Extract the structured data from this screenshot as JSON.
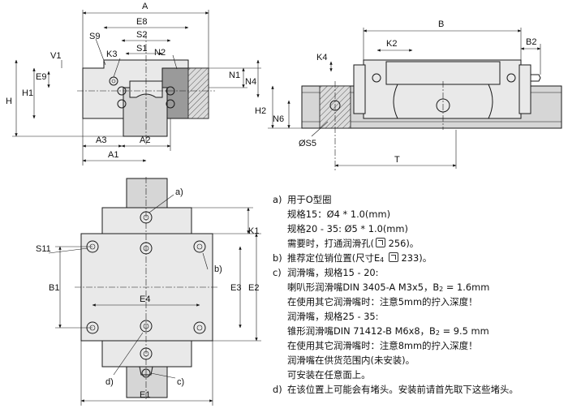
{
  "drawing_labels": {
    "A": "A",
    "E8": "E8",
    "S2": "S2",
    "S9": "S9",
    "K3": "K3",
    "S1": "S1",
    "N2": "N2",
    "V1": "V1",
    "E9": "E9",
    "H": "H",
    "H1": "H1",
    "N1": "N1",
    "N4": "N4",
    "A3": "A3",
    "A2": "A2",
    "A1": "A1",
    "B": "B",
    "K2": "K2",
    "B2": "B2",
    "K4": "K4",
    "H2": "H2",
    "N6": "N6",
    "S5": "ØS5",
    "T": "T",
    "a": "a)",
    "K1": "K1",
    "S11": "S11",
    "b": "b)",
    "B1": "B1",
    "E4": "E4",
    "E3": "E3",
    "E2": "E2",
    "d": "d)",
    "c": "c)",
    "E1": "E1"
  },
  "notes": {
    "a_label": "a)",
    "a_title": "用于O型圈",
    "a_line1": "规格15：Ø4 * 1.0(mm)",
    "a_line2": "规格20 - 35: Ø5 * 1.0(mm)",
    "a_line3_pre": "需要时，打通润滑孔(",
    "a_line3_ref": "256)。",
    "b_label": "b)",
    "b_pre": "推荐定位销位置(尺寸E",
    "b_sub": "4",
    "b_ref": "233)。",
    "c_label": "c)",
    "c_title": "润滑嘴，规格15 - 20:",
    "c_line1": "喇叭形润滑嘴DIN 3405-A M3x5，B",
    "c_line1_sub": "2",
    "c_line1_post": " = 1.6mm",
    "c_line2": "在使用其它润滑嘴时：注意5mm的拧入深度！",
    "c_line3": "润滑嘴，规格25 - 35:",
    "c_line4": "锥形润滑嘴DIN 71412-B M6x8，B",
    "c_line4_sub": "2",
    "c_line4_post": " = 9.5 mm",
    "c_line5": "在使用其它润滑嘴时：注意8mm的拧入深度！",
    "c_line6": "润滑嘴在供货范围内(未安装)。",
    "c_line7": "可安装在任意面上。",
    "d_label": "d)",
    "d_text": "在该位置上可能会有堵头。安装前请首先取下这些堵头。"
  }
}
